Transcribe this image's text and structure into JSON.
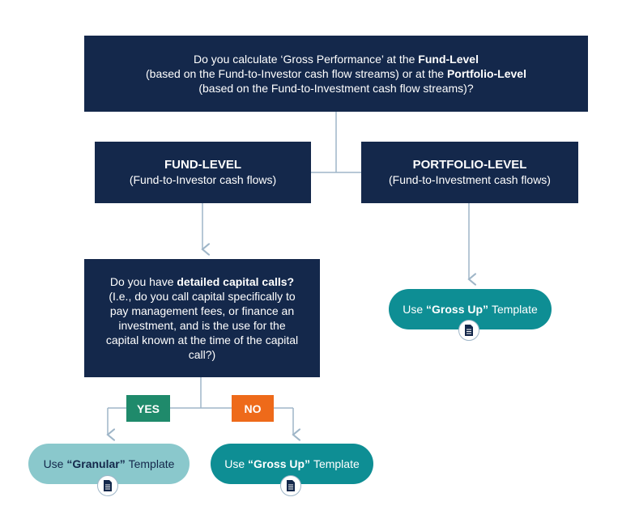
{
  "question1": {
    "line1_prefix": "Do you calculate ‘Gross Performance’ at the ",
    "line1_bold": "Fund-Level",
    "line2_prefix": "(based on the Fund-to-Investor cash flow streams) or at the ",
    "line2_bold": "Portfolio-Level",
    "line3": "(based on the Fund-to-Investment cash flow streams)?"
  },
  "fund_level": {
    "title": "FUND-LEVEL",
    "subtitle": "(Fund-to-Investor cash flows)"
  },
  "portfolio_level": {
    "title": "PORTFOLIO-LEVEL",
    "subtitle": "(Fund-to-Investment cash flows)"
  },
  "question2": {
    "prefix": "Do you have ",
    "bold": "detailed capital calls?",
    "rest": " (I.e., do you call capital specifically to pay management fees, or finance an investment, and is the use for the capital known at the time of the capital call?)"
  },
  "answers": {
    "yes": "YES",
    "no": "NO"
  },
  "templates": {
    "gross_up_right": {
      "prefix": "Use ",
      "bold": "“Gross Up”",
      "suffix": " Template"
    },
    "granular": {
      "prefix": "Use ",
      "bold": "“Granular”",
      "suffix": " Template"
    },
    "gross_up_bottom": {
      "prefix": "Use ",
      "bold": "“Gross Up”",
      "suffix": " Template"
    }
  },
  "colors": {
    "box_navy": "#14284b",
    "yes_green": "#1f8a6b",
    "no_orange": "#ee6a1a",
    "teal": "#0e8e94",
    "light_teal": "#8ac8cc",
    "connector": "#9fb6c8"
  },
  "icons": {
    "template_icon": "document-icon"
  }
}
